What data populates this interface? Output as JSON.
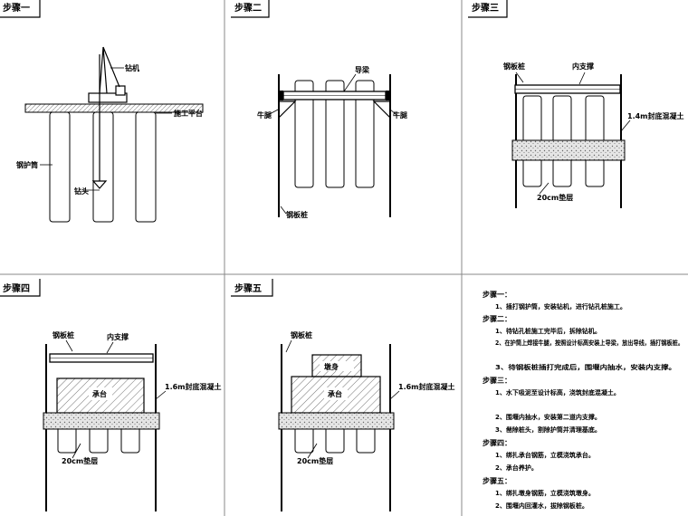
{
  "steps": [
    {
      "title": "步骤一",
      "labels": {
        "drill": "钻机",
        "platform": "施工平台",
        "casing": "钢护筒",
        "bit": "钻头"
      }
    },
    {
      "title": "步骤二",
      "labels": {
        "enclosure": "导梁",
        "bracket_left": "牛腿",
        "bracket_right": "牛腿",
        "sheet_pile": "钢板桩"
      }
    },
    {
      "title": "步骤三",
      "labels": {
        "sheet_pile": "钢板桩",
        "inner_brace": "内支撑",
        "seal": "1.4m封底混凝土",
        "cushion": "20cm垫层"
      }
    },
    {
      "title": "步骤四",
      "labels": {
        "sheet_pile": "钢板桩",
        "inner_brace": "内支撑",
        "cap": "承台",
        "seal": "1.6m封底混凝土",
        "cushion": "20cm垫层"
      }
    },
    {
      "title": "步骤五",
      "labels": {
        "sheet_pile": "钢板桩",
        "pier": "墩身",
        "cap": "承台",
        "seal": "1.6m封底混凝土",
        "cushion": "20cm垫层"
      }
    }
  ],
  "notes": [
    {
      "heading": "步骤一：",
      "items": [
        "1、插打钢护筒，安装钻机，进行钻孔桩施工。"
      ]
    },
    {
      "heading": "步骤二：",
      "items": [
        "1、待钻孔桩施工完毕后，拆除钻机。",
        "2、在护筒上焊接牛腿，按照设计标高安装上导梁，放出导线，插打钢板桩。",
        "3、待钢板桩插打完成后，围堰内抽水，安装内支撑。"
      ]
    },
    {
      "heading": "步骤三：",
      "items": [
        "1、水下吸泥至设计标高，浇筑封底混凝土。",
        "2、围堰内抽水，安装第二道内支撑。",
        "3、凿除桩头，割除护筒并清理基底。"
      ]
    },
    {
      "heading": "步骤四：",
      "items": [
        "1、绑扎承台钢筋，立模浇筑承台。",
        "2、承台养护。"
      ]
    },
    {
      "heading": "步骤五：",
      "items": [
        "1、绑扎墩身钢筋，立模浇筑墩身。",
        "2、围堰内回灌水，拔除钢板桩。"
      ]
    }
  ]
}
